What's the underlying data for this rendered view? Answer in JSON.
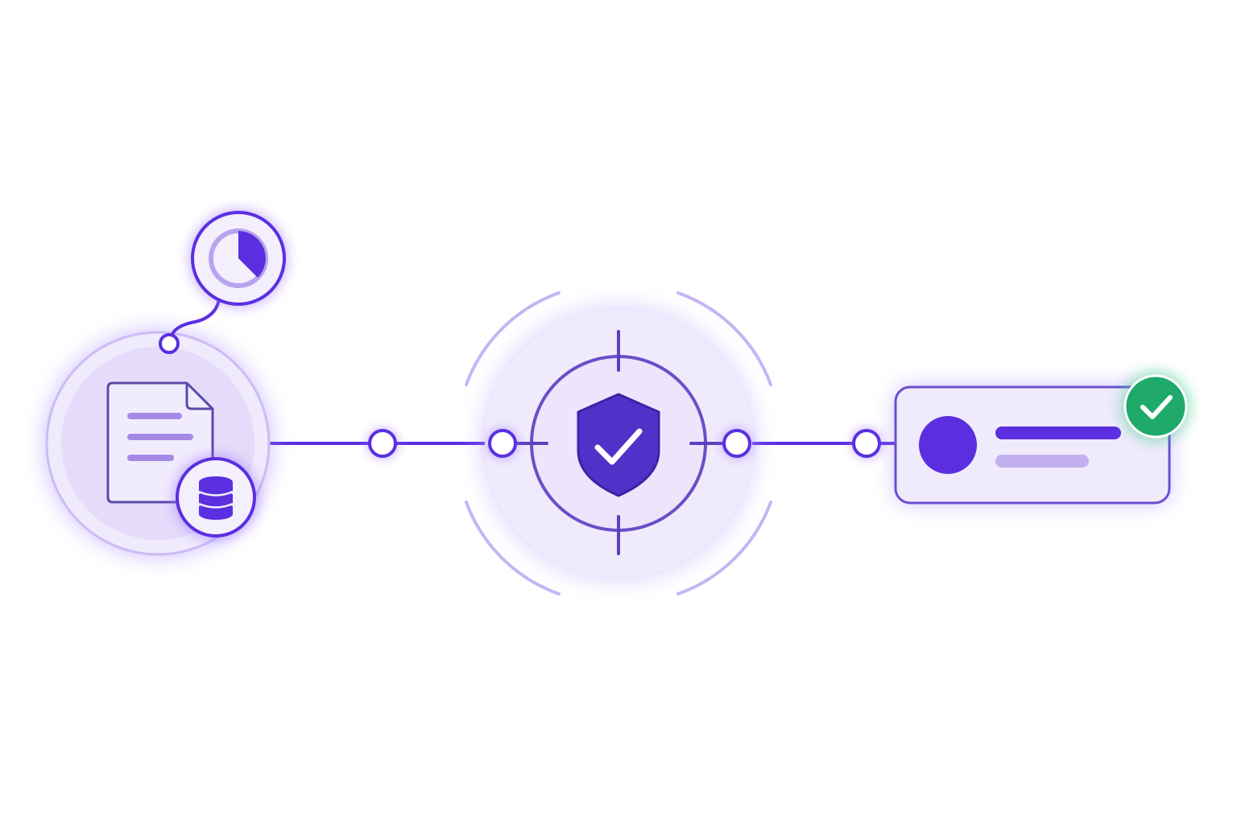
{
  "theme": {
    "background": "#ffffff",
    "accent": "#5b2fe0",
    "accent_dark": "#4a25c4",
    "accent_soft": "#b9a4f2",
    "halo_fill": "#ece6fb",
    "success": "#1faa6b"
  },
  "flow": {
    "steps": [
      {
        "id": "source",
        "icons": [
          "document-icon",
          "database-icon",
          "pie-chart-icon"
        ]
      },
      {
        "id": "verify",
        "icons": [
          "shield-check-icon",
          "crosshair-icon"
        ]
      },
      {
        "id": "result",
        "icons": [
          "profile-card-icon",
          "success-check-icon"
        ]
      }
    ],
    "connector_nodes": 4
  }
}
